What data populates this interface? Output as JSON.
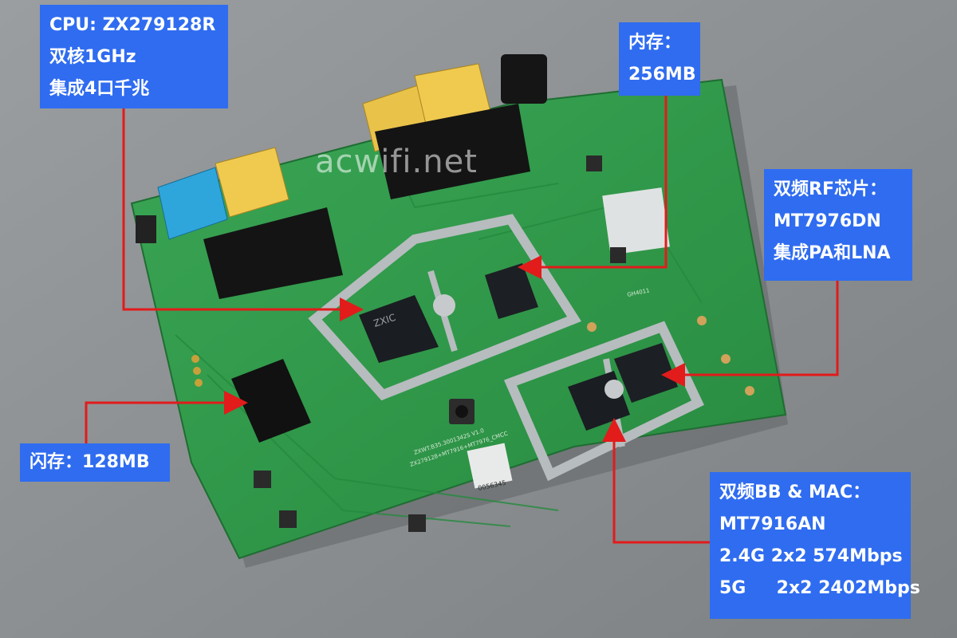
{
  "watermark": "acwifi.net",
  "colors": {
    "callout_bg": "#2f6cf0",
    "arrow": "#e21b1b",
    "pcb": "#2e9a48",
    "background": "#8e9294"
  },
  "callouts": {
    "cpu": {
      "line1": "CPU: ZX279128R",
      "line2": "双核1GHz",
      "line3": "集成4口千兆"
    },
    "memory": {
      "line1": "内存：",
      "line2": "256MB"
    },
    "rf": {
      "line1": "双频RF芯片：",
      "line2": "MT7976DN",
      "line3": "集成PA和LNA"
    },
    "flash": {
      "line1": "闪存：128MB"
    },
    "bb": {
      "line1": "双频BB & MAC：",
      "line2": "MT7916AN",
      "line3": "2.4G 2x2 574Mbps",
      "line4": "5G     2x2 2402Mbps"
    }
  },
  "board_labels": {
    "chip_logo": "ZXIC",
    "board_text_1": "ZXWT.B35.3001342S  V1.0",
    "board_text_2": "ZX279128+MT7916+MT7976_CMCC",
    "serial": "0056345",
    "module_label": "GH4011"
  }
}
